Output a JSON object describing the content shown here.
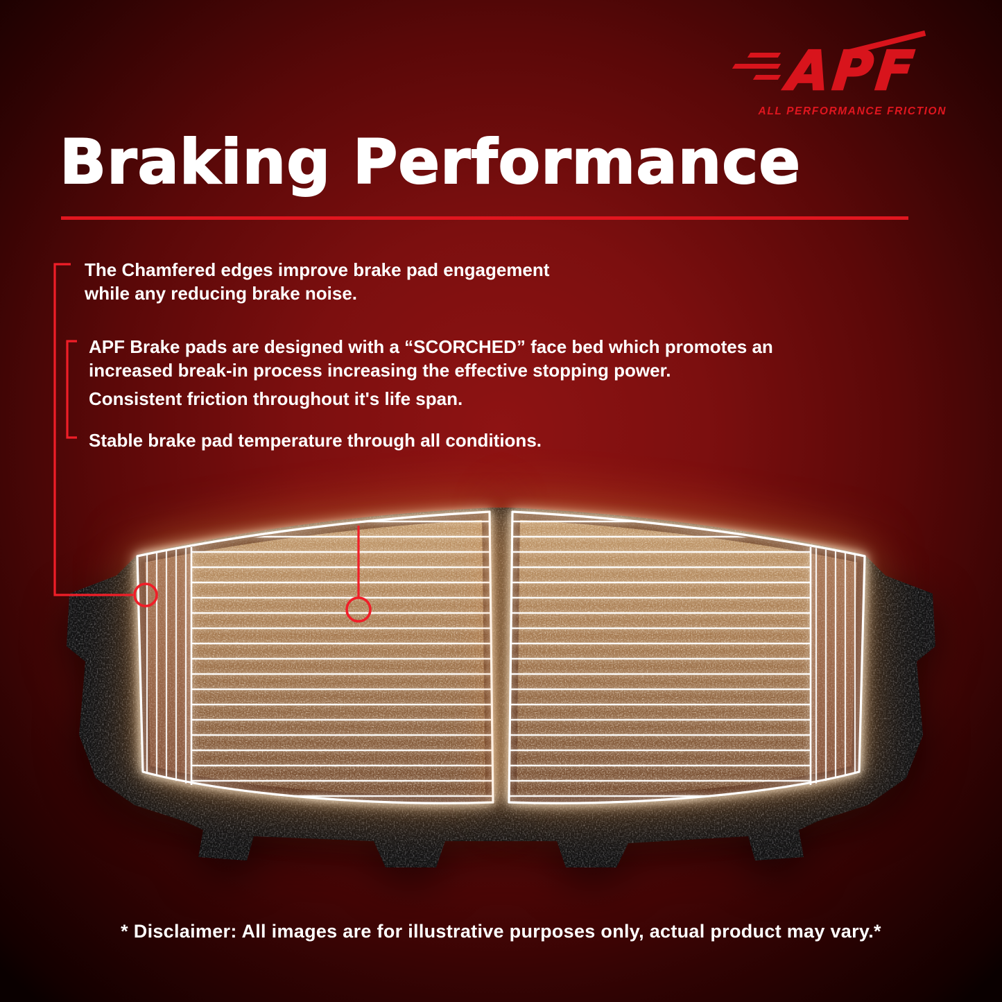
{
  "brand": {
    "logo": "APF",
    "tagline": "ALL PERFORMANCE FRICTION"
  },
  "header": {
    "title": "Braking Performance"
  },
  "features": {
    "f1": "The Chamfered edges improve brake pad engagement while any reducing brake noise.",
    "f2": "APF Brake pads are designed with a “SCORCHED” face bed which promotes an increased break-in process increasing the effective stopping power.",
    "f3": "Consistent friction throughout it's life span.",
    "f4": "Stable brake pad temperature through all conditions."
  },
  "footer": {
    "disclaimer": "* Disclaimer: All images are for illustrative purposes only, actual product may vary.*"
  },
  "image": {
    "description": "Two brake pads with scorched friction surface, chamfered edges and glowing outline",
    "callouts": [
      "chamfered-edge",
      "scorched-face-bed"
    ]
  },
  "colors": {
    "accent_red": "#e0161f",
    "logo_red": "#d8141c",
    "background_center": "#8e1313",
    "background_edge": "#0a0000",
    "text": "#ffffff",
    "friction_material": "#a1744a",
    "backing_plate": "#121213"
  }
}
